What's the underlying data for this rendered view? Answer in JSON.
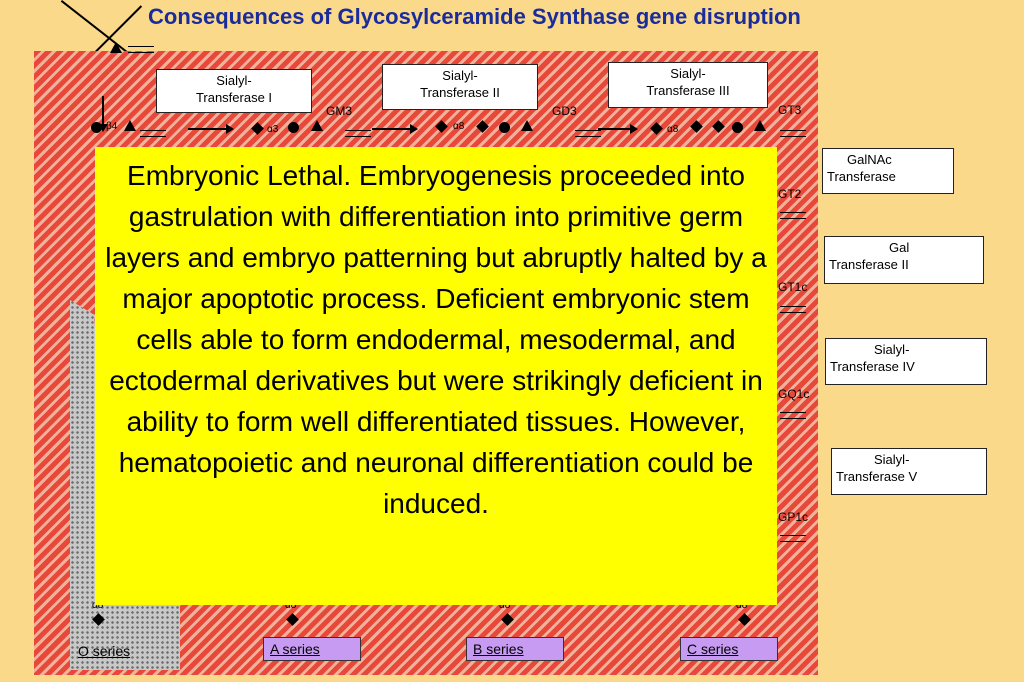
{
  "title": "Consequences of Glycosylceramide Synthase gene disruption",
  "enzymes": {
    "st1": [
      "Sialyl-",
      "Transferase I"
    ],
    "st2": [
      "Sialyl-",
      "Transferase II"
    ],
    "st3": [
      "Sialyl-",
      "Transferase III"
    ],
    "galnac": [
      "GalNAc",
      "Transferase"
    ],
    "gal2": [
      "Gal",
      "Transferase  II"
    ],
    "st4": [
      "Sialyl-",
      "Transferase IV"
    ],
    "st5": [
      "Sialyl-",
      "Transferase V"
    ]
  },
  "gangliosides": {
    "gm3": "GM3",
    "gd3": "GD3",
    "gt3": "GT3",
    "gt2": "GT2",
    "gt1c": "GT1c",
    "gq1c": "GQ1c",
    "gp1c": "GP1c"
  },
  "linkages": {
    "b4": "β4",
    "a3": "α3",
    "a8_1": "α8",
    "a8_2": "α8",
    "a8_bottom_o": "α8",
    "a8_bottom_a": "α8",
    "a8_bottom_b": "α8",
    "a8_bottom_c": "α8"
  },
  "popup_text": "Embryonic Lethal.  Embryogenesis proceeded into gastrulation with differentiation into primitive germ layers and embryo patterning but abruptly halted by a major apoptotic process.  Deficient embryonic stem cells able to form endodermal, mesodermal, and ectodermal derivatives but were strikingly deficient in ability to form well differentiated tissues.  However, hematopoietic and neuronal differentiation could be induced.",
  "series": {
    "o": "O series",
    "a": "A series",
    "b": "B series",
    "c": "C series"
  },
  "colors": {
    "title": "#1A2C9C",
    "background": "#FBD98A",
    "panel_stripe": "#E8483A",
    "popup": "#FFFF00",
    "series_box": "#C79BF2"
  }
}
